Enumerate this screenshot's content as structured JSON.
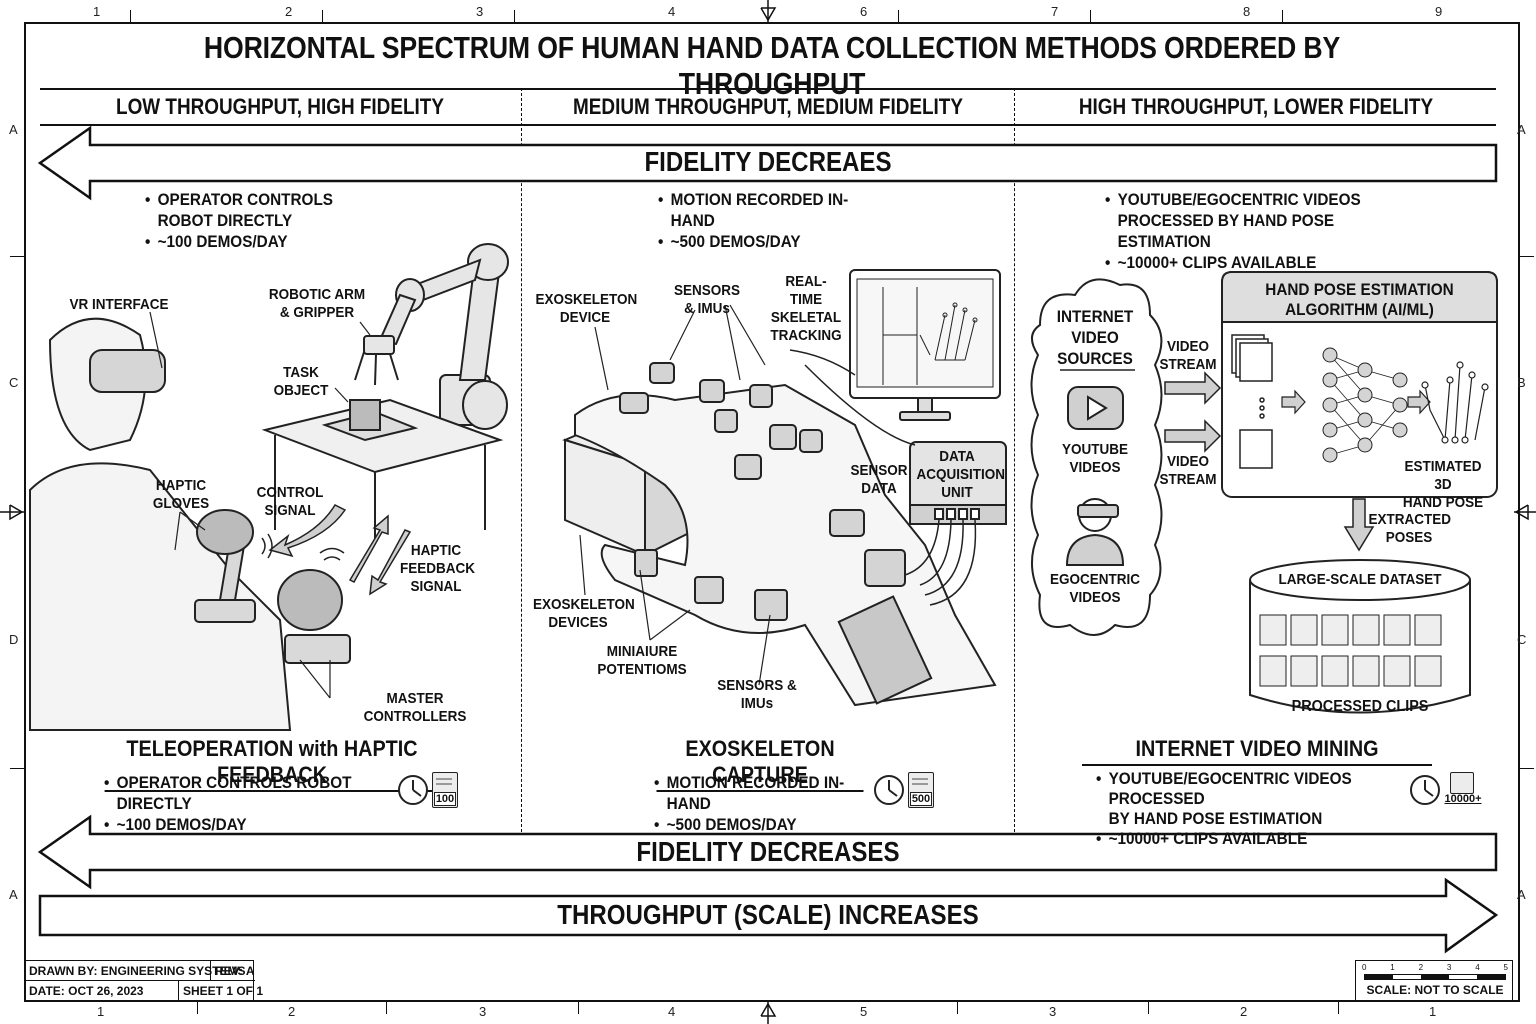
{
  "title": "HORIZONTAL SPECTRUM OF HUMAN HAND DATA COLLECTION METHODS ORDERED BY THROUGHPUT",
  "grid": {
    "top_numbers": [
      "1",
      "2",
      "3",
      "4",
      "6",
      "7",
      "8",
      "9"
    ],
    "bottom_numbers": [
      "1",
      "2",
      "3",
      "4",
      "5",
      "3",
      "2",
      "1"
    ],
    "left_letters": [
      "A",
      "C",
      "D",
      "A"
    ],
    "right_letters": [
      "A",
      "B",
      "C",
      "A"
    ]
  },
  "columns": [
    {
      "header": "LOW THROUGHPUT, HIGH FIDELITY"
    },
    {
      "header": "MEDIUM THROUGHPUT, MEDIUM FIDELITY"
    },
    {
      "header": "HIGH THROUGHPUT, LOWER FIDELITY"
    }
  ],
  "top_arrow": {
    "label": "FIDELITY DECREAES",
    "direction": "left"
  },
  "middle_arrow": {
    "label": "FIDELITY DECREASES",
    "direction": "left"
  },
  "bottom_arrow": {
    "label": "THROUGHPUT (SCALE) INCREASES",
    "direction": "right"
  },
  "sections": [
    {
      "id": "teleoperation",
      "top_bullets": [
        "OPERATOR CONTROLS\nROBOT DIRECTLY",
        "~100 DEMOS/DAY"
      ],
      "labels": {
        "vr_interface": "VR INTERFACE",
        "robotic_arm": "ROBOTIC ARM\n& GRIPPER",
        "task_object": "TASK\nOBJECT",
        "haptic_gloves": "HAPTIC\nGLOVES",
        "control_signal": "CONTROL\nSIGNAL",
        "haptic_feedback": "HAPTIC\nFEEDBACK\nSIGNAL",
        "master_controllers": "MASTER CONTROLLERS"
      },
      "title": "TELEOPERATION with HAPTIC FEEDBACK",
      "bottom_bullets": [
        "OPERATOR CONTROLS ROBOT DIRECTLY",
        "~100 DEMOS/DAY"
      ],
      "badge_value": "100"
    },
    {
      "id": "exoskeleton",
      "top_bullets": [
        "MOTION RECORDED IN-HAND",
        "~500 DEMOS/DAY"
      ],
      "labels": {
        "exo_device": "EXOSKELETON\nDEVICE",
        "sensors_top": "SENSORS\n& IMUs",
        "realtime": "REAL-TIME\nSKELETAL\nTRACKING",
        "sensor_data": "SENSOR\nDATA",
        "daq": "DATA\nACQUISITION\nUNIT",
        "exo_devices": "EXOSKELETON\nDEVICES",
        "potentiometers": "MINIAIURE\nPOTENTIOMS",
        "sensors_bottom": "SENSORS & IMUs"
      },
      "title": "EXOSKELETON CAPTURE",
      "bottom_bullets": [
        "MOTION RECORDED IN-HAND",
        "~500 DEMOS/DAY"
      ],
      "badge_value": "500"
    },
    {
      "id": "internet_video",
      "top_bullets": [
        "YOUTUBE/EGOCENTRIC VIDEOS\nPROCESSED BY HAND POSE ESTIMATION",
        "~10000+ CLIPS AVAILABLE"
      ],
      "labels": {
        "cloud_title": "INTERNET\nVIDEO\nSOURCES",
        "youtube": "YOUTUBE\nVIDEOS",
        "egocentric": "EGOCENTRIC\nVIDEOS",
        "stream1": "VIDEO\nSTREAM",
        "stream2": "VIDEO\nSTREAM",
        "algo_title": "HAND POSE ESTIMATION\nALGORITHM (AI/ML)",
        "estimated": "ESTIMATED 3D\nHAND POSE",
        "extracted": "EXTRACTED\nPOSES",
        "dataset": "LARGE-SCALE DATASET",
        "processed": "PROCESSED CLIPS"
      },
      "title": "INTERNET VIDEO MINING",
      "bottom_bullets": [
        "YOUTUBE/EGOCENTRIC VIDEOS PROCESSED\nBY HAND POSE ESTIMATION",
        "~10000+ CLIPS AVAILABLE"
      ],
      "badge_value": "10000+"
    }
  ],
  "title_block": {
    "drawn_by": "DRAWN BY: ENGINEERING SYSTEMS",
    "rev": "REV: A",
    "date": "DATE: OCT 26, 2023",
    "sheet": "SHEET 1 OF 1"
  },
  "scale_block": {
    "ticks": [
      "0",
      "1",
      "2",
      "3",
      "4",
      "5"
    ],
    "label": "SCALE: NOT TO SCALE"
  }
}
